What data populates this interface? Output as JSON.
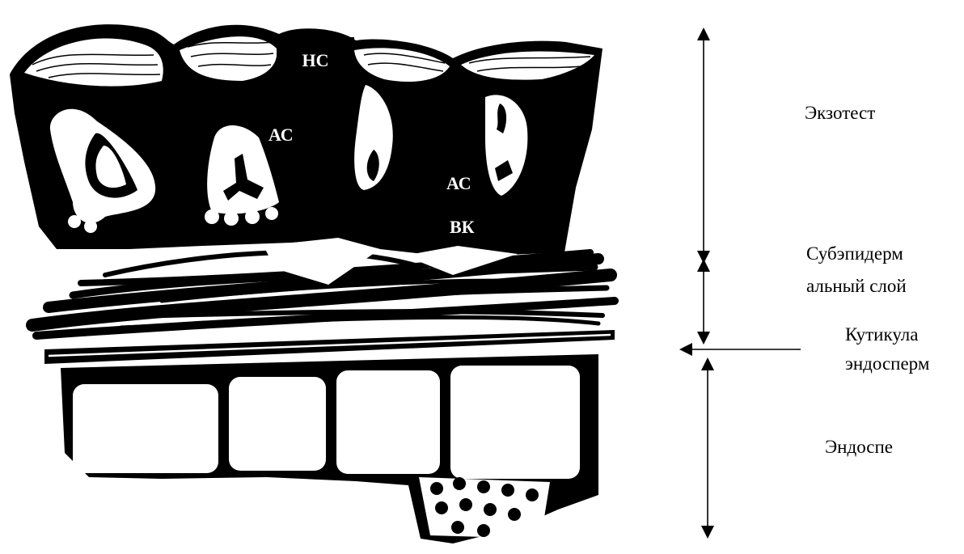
{
  "drawing": {
    "tag_nc": "НС",
    "tag_ac_left": "АС",
    "tag_ac_right": "АС",
    "tag_vk": "ВК",
    "endosperm_grains": 11
  },
  "labels": {
    "exotest": "Экзотест",
    "subepidermal_line1": "Субэпидерм",
    "subepidermal_line2": "альный слой",
    "cuticle_line1": "Кутикула",
    "cuticle_line2": "эндосперм",
    "endosperm": "Эндоспе"
  },
  "colors": {
    "ink": "#000000",
    "paper": "#ffffff"
  }
}
